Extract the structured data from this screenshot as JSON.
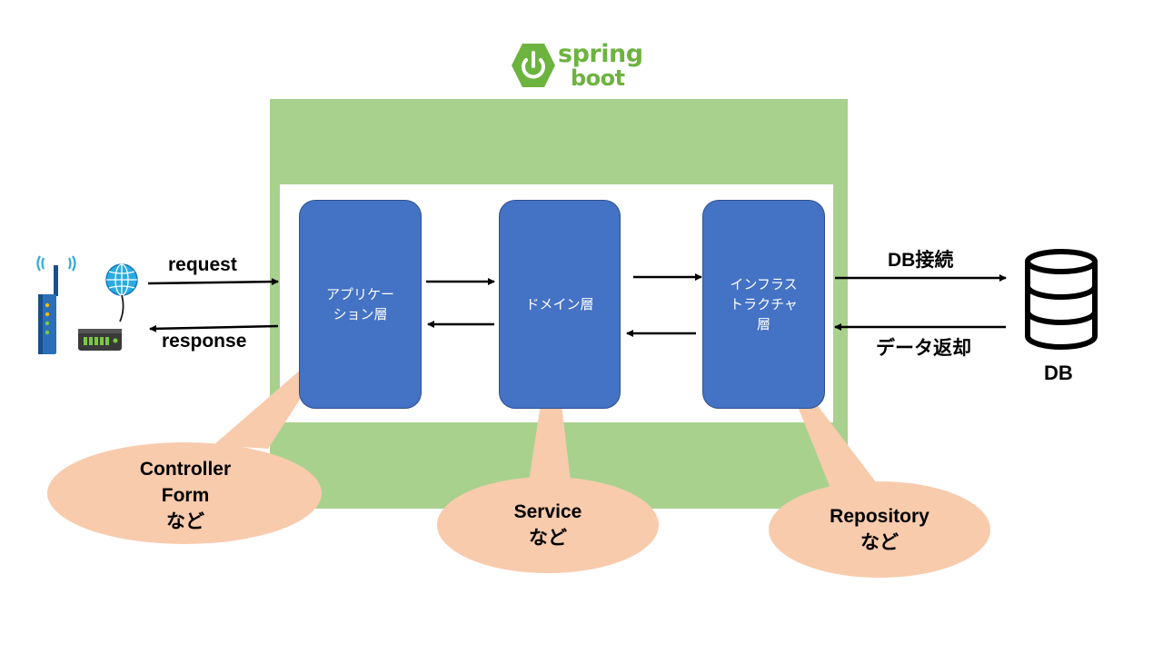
{
  "logo": {
    "line1": "spring",
    "line2": "boot"
  },
  "layers": {
    "application": "アプリケー\nション層",
    "domain": "ドメイン層",
    "infrastructure": "インフラス\nトラクチャ\n層"
  },
  "arrows": {
    "request": "request",
    "response": "response",
    "db_connect": "DB接続",
    "data_return": "データ返却"
  },
  "db_label": "DB",
  "bubbles": {
    "application": "Controller\nForm\nなど",
    "domain": "Service\nなど",
    "infrastructure": "Repository\nなど"
  },
  "colors": {
    "outer_frame": "#a9d18e",
    "layer": "#4472c4",
    "bubble": "#f8cbad",
    "spring_green": "#6db33f"
  },
  "icons": [
    "router-icon",
    "globe-icon",
    "modem-icon",
    "database-icon",
    "spring-power-icon"
  ]
}
